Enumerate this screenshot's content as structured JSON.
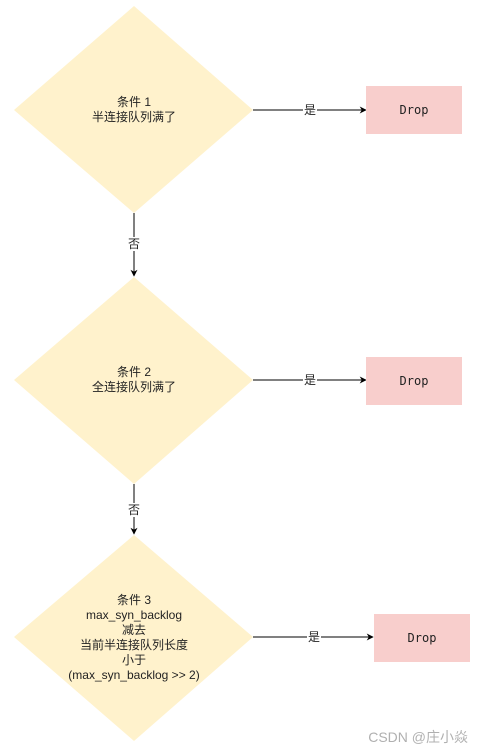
{
  "nodes": {
    "cond1": {
      "lines": [
        "条件 1",
        "半连接队列满了"
      ]
    },
    "cond2": {
      "lines": [
        "条件 2",
        "全连接队列满了"
      ]
    },
    "cond3": {
      "lines": [
        "条件 3",
        "max_syn_backlog",
        "减去",
        "当前半连接队列长度",
        "小于",
        "(max_syn_backlog >> 2)"
      ]
    },
    "drop1": {
      "label": "Drop"
    },
    "drop2": {
      "label": "Drop"
    },
    "drop3": {
      "label": "Drop"
    }
  },
  "edges": {
    "yes1": "是",
    "yes2": "是",
    "yes3": "是",
    "no1": "否",
    "no2": "否"
  },
  "colors": {
    "diamond_fill": "#fff2cc",
    "drop_fill": "#f8cecc",
    "line": "#000000",
    "watermark": "#b0b0b0"
  },
  "watermark": "CSDN @庄小焱"
}
